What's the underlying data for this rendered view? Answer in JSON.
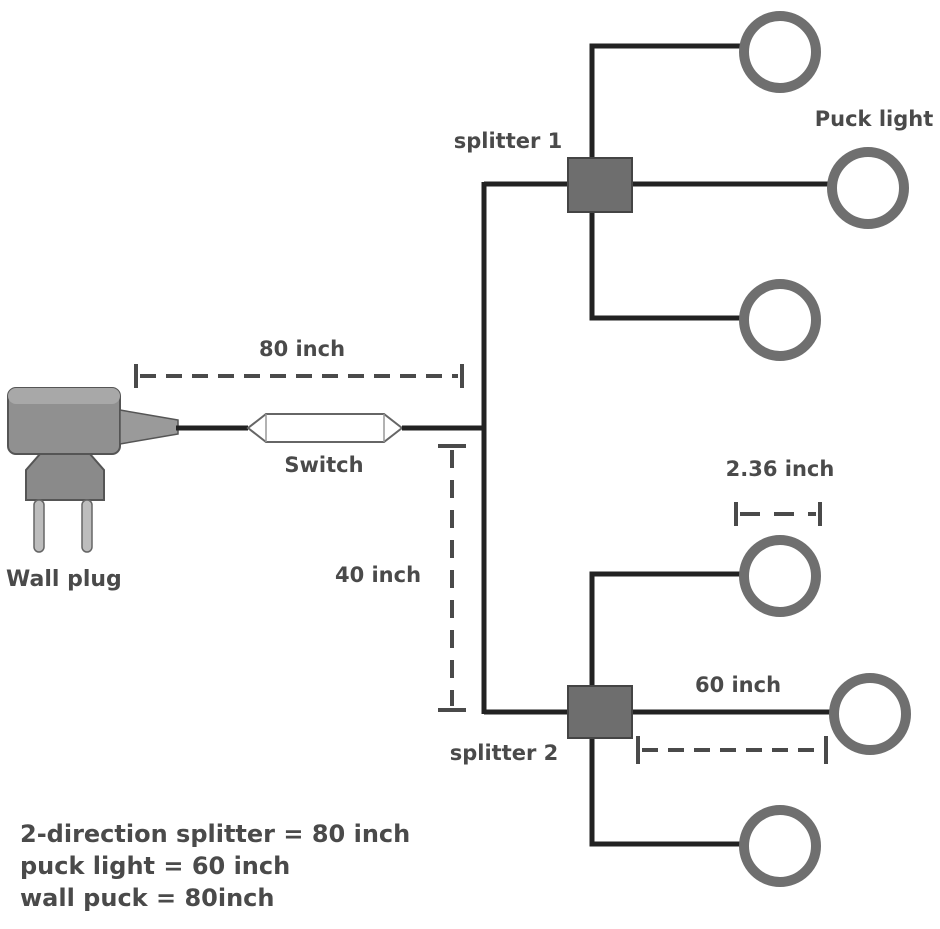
{
  "colors": {
    "wire": "#222222",
    "dimension": "#4a4a4a",
    "splitter": "#6e6e6e",
    "puck_ring": "#6f6f6f",
    "label": "#4a4a4a"
  },
  "labels": {
    "wall_plug": "Wall plug",
    "switch": "Switch",
    "splitter_1": "splitter 1",
    "splitter_2": "splitter 2",
    "puck_light": "Puck light"
  },
  "dimensions": {
    "switch_cable": "80 inch",
    "vertical_cable": "40 inch",
    "puck_diameter": "2.36 inch",
    "puck_cable": "60 inch"
  },
  "notes": [
    "2-direction splitter = 80 inch",
    "puck light = 60 inch",
    "wall puck =  80inch"
  ]
}
